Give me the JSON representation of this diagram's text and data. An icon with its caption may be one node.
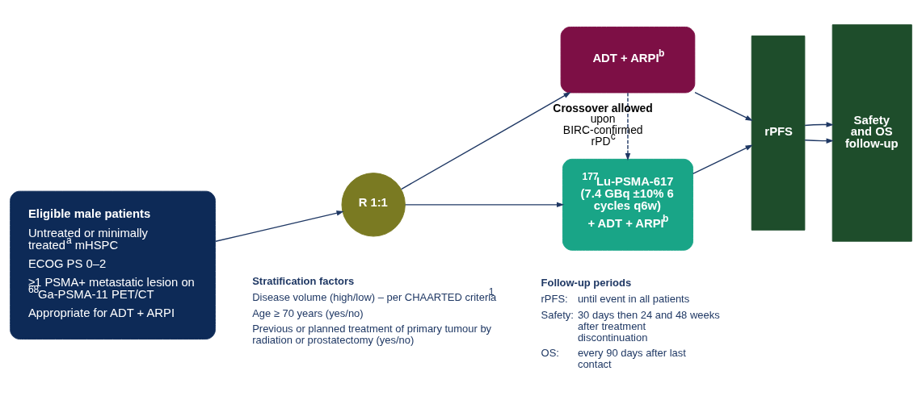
{
  "diagram": {
    "nodes": [
      {
        "text": [
          "Eligible male patients",
          "Untreated or minimally treated$^{a}$ mHSPC",
          "ECOG PS 0–2",
          "≥1 PSMA+ metastatic lesion on $^{68}$Ga-PSMA-11 PET/CT",
          "Appropriate for ADT + ARPI"
        ]
      },
      {
        "text": [
          "R 1:1"
        ]
      },
      {
        "text": [
          "$^{177}$Lu-PSMA-617 (7.4 GBq ±10% 6 cycles q6w)",
          "+ ADT + ARPI$^{b}$"
        ]
      },
      {
        "text": [
          "ADT + ARPI$^{b}$"
        ]
      },
      {
        "text": [
          "rPFS"
        ]
      },
      {
        "text": [
          "Safety and OS follow-up"
        ]
      }
    ],
    "edges": [
      {
        "from": 0,
        "to": 1,
        "arrow": "to"
      },
      {
        "from": 1,
        "to": 2,
        "arrow": "to"
      },
      {
        "from": 1,
        "to": 3,
        "arrow": "to"
      },
      {
        "from": 2,
        "to": 4,
        "arrow": "to"
      },
      {
        "from": 3,
        "to": 4,
        "arrow": "to"
      },
      {
        "from": 4,
        "to": 5,
        "arrow": "to"
      },
      {
        "from": 4,
        "to": 5,
        "arrow": "to"
      },
      {
        "from": 3,
        "to": 2,
        "arrow": "to",
        "style": "dashed",
        "label": "**Crossover allowed** upon BIRC-confirmed rPD$^{c}$"
      }
    ],
    "labels": [
      "Stratification factors",
      "Disease volume (high/low) – per CHAARTED criteria$^{1}$",
      "Age ≥ 70 years (yes/no)",
      "Previous or planned treatment of primary tumour by radiation or prostatectomy (yes/no)",
      "Follow-up periods",
      "rPFS:",
      "until event in all patients",
      "Safety:",
      "30 days then 24 and 48 weeks after treatment discontinuation",
      "OS:",
      "every 90 days after last contact"
    ]
  }
}
